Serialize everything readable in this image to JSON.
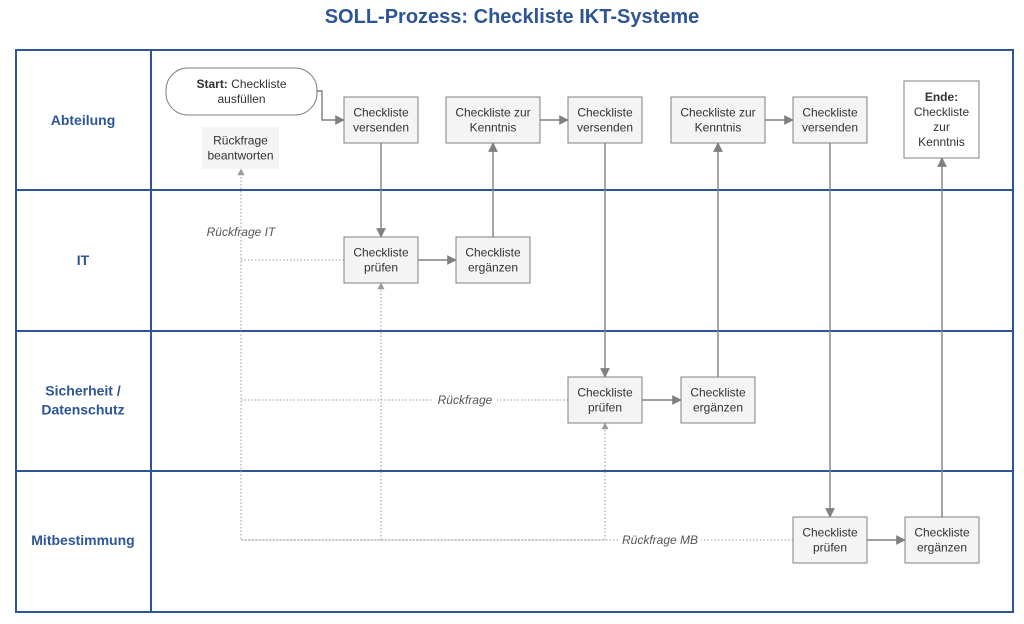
{
  "title": "SOLL-Prozess: Checkliste IKT-Systeme",
  "lanes": [
    {
      "id": "abteilung",
      "label": [
        "Abteilung"
      ]
    },
    {
      "id": "it",
      "label": [
        "IT"
      ]
    },
    {
      "id": "sicherheit",
      "label": [
        "Sicherheit /",
        "Datenschutz"
      ]
    },
    {
      "id": "mitbestimmung",
      "label": [
        "Mitbestimmung"
      ]
    }
  ],
  "nodes": [
    {
      "id": "start",
      "lane": "abteilung",
      "type": "terminal",
      "bold": "Start:",
      "lines": [
        "Checkliste",
        "ausfüllen"
      ]
    },
    {
      "id": "rueckfrage_beantworten",
      "lane": "abteilung",
      "type": "plain",
      "lines": [
        "Rückfrage",
        "beantworten"
      ]
    },
    {
      "id": "versenden1",
      "lane": "abteilung",
      "type": "box",
      "lines": [
        "Checkliste",
        "versenden"
      ]
    },
    {
      "id": "kenntnis1",
      "lane": "abteilung",
      "type": "box",
      "lines": [
        "Checkliste zur",
        "Kenntnis"
      ]
    },
    {
      "id": "versenden2",
      "lane": "abteilung",
      "type": "box",
      "lines": [
        "Checkliste",
        "versenden"
      ]
    },
    {
      "id": "kenntnis2",
      "lane": "abteilung",
      "type": "box",
      "lines": [
        "Checkliste zur",
        "Kenntnis"
      ]
    },
    {
      "id": "versenden3",
      "lane": "abteilung",
      "type": "box",
      "lines": [
        "Checkliste",
        "versenden"
      ]
    },
    {
      "id": "ende",
      "lane": "abteilung",
      "type": "end",
      "bold": "Ende:",
      "lines": [
        "Checkliste",
        "zur",
        "Kenntnis"
      ]
    },
    {
      "id": "it_pruefen",
      "lane": "it",
      "type": "box",
      "lines": [
        "Checkliste",
        "prüfen"
      ]
    },
    {
      "id": "it_ergaenzen",
      "lane": "it",
      "type": "box",
      "lines": [
        "Checkliste",
        "ergänzen"
      ]
    },
    {
      "id": "sd_pruefen",
      "lane": "sicherheit",
      "type": "box",
      "lines": [
        "Checkliste",
        "prüfen"
      ]
    },
    {
      "id": "sd_ergaenzen",
      "lane": "sicherheit",
      "type": "box",
      "lines": [
        "Checkliste",
        "ergänzen"
      ]
    },
    {
      "id": "mb_pruefen",
      "lane": "mitbestimmung",
      "type": "box",
      "lines": [
        "Checkliste",
        "prüfen"
      ]
    },
    {
      "id": "mb_ergaenzen",
      "lane": "mitbestimmung",
      "type": "box",
      "lines": [
        "Checkliste",
        "ergänzen"
      ]
    }
  ],
  "edges": [
    {
      "from": "start",
      "to": "versenden1",
      "style": "solid"
    },
    {
      "from": "versenden1",
      "to": "it_pruefen",
      "style": "solid"
    },
    {
      "from": "it_pruefen",
      "to": "it_ergaenzen",
      "style": "solid"
    },
    {
      "from": "it_ergaenzen",
      "to": "kenntnis1",
      "style": "solid"
    },
    {
      "from": "kenntnis1",
      "to": "versenden2",
      "style": "solid"
    },
    {
      "from": "versenden2",
      "to": "sd_pruefen",
      "style": "solid"
    },
    {
      "from": "sd_pruefen",
      "to": "sd_ergaenzen",
      "style": "solid"
    },
    {
      "from": "sd_ergaenzen",
      "to": "kenntnis2",
      "style": "solid"
    },
    {
      "from": "kenntnis2",
      "to": "versenden3",
      "style": "solid"
    },
    {
      "from": "versenden3",
      "to": "mb_pruefen",
      "style": "solid"
    },
    {
      "from": "mb_pruefen",
      "to": "mb_ergaenzen",
      "style": "solid"
    },
    {
      "from": "mb_ergaenzen",
      "to": "ende",
      "style": "solid"
    },
    {
      "from": "it_pruefen",
      "to": "rueckfrage_beantworten",
      "style": "dotted",
      "label": "Rückfrage IT"
    },
    {
      "from": "sd_pruefen",
      "to": "rueckfrage_beantworten",
      "style": "dotted",
      "label": "Rückfrage"
    },
    {
      "from": "mb_pruefen",
      "to": "rueckfrage_beantworten",
      "style": "dotted",
      "label": "Rückfrage MB"
    },
    {
      "from": "rueckfrage_beantworten",
      "to": "it_pruefen",
      "style": "dotted"
    },
    {
      "from": "rueckfrage_beantworten",
      "to": "sd_pruefen",
      "style": "dotted"
    }
  ]
}
